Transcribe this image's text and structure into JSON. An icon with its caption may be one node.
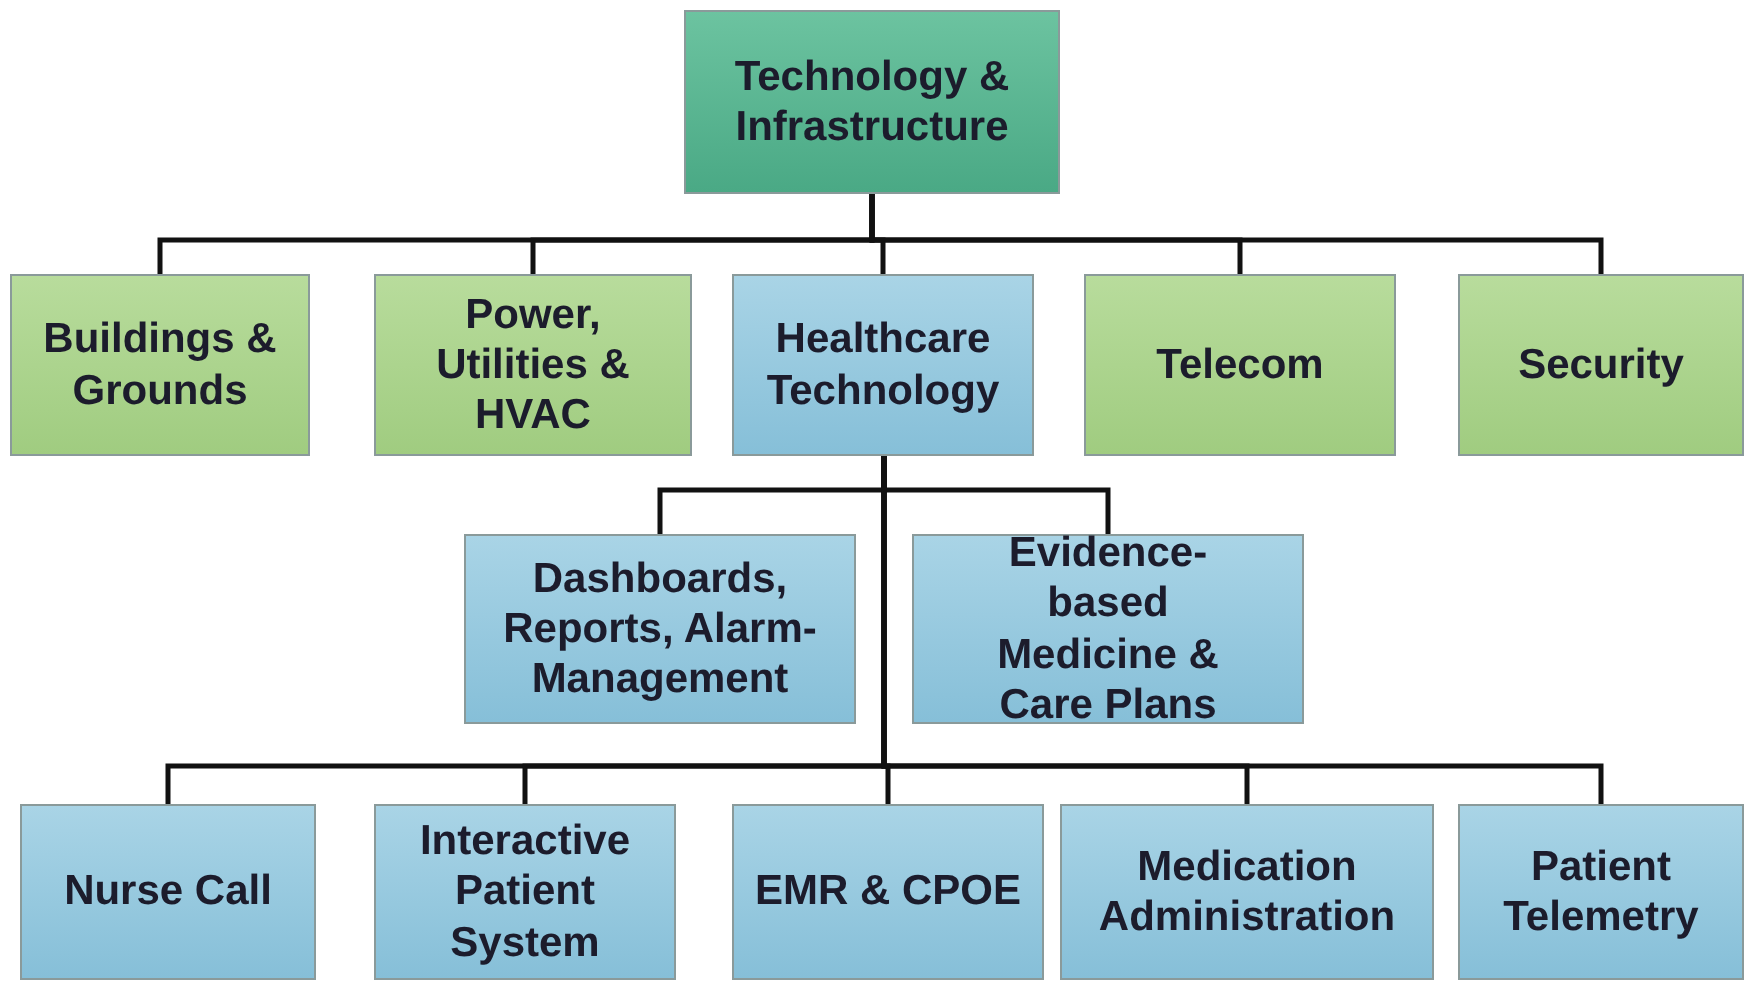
{
  "diagram": {
    "nodes": [
      {
        "text": [
          "Technology & Infrastructure"
        ]
      },
      {
        "text": [
          "Buildings & Grounds"
        ]
      },
      {
        "text": [
          "Power, Utilities & HVAC"
        ]
      },
      {
        "text": [
          "Healthcare Technology"
        ]
      },
      {
        "text": [
          "Telecom"
        ]
      },
      {
        "text": [
          "Security"
        ]
      },
      {
        "text": [
          "Dashboards, Reports, Alarm-Management"
        ]
      },
      {
        "text": [
          "Evidence-based Medicine & Care Plans"
        ]
      },
      {
        "text": [
          "Nurse Call"
        ]
      },
      {
        "text": [
          "Interactive Patient System"
        ]
      },
      {
        "text": [
          "EMR & CPOE"
        ]
      },
      {
        "text": [
          "Medication Administration"
        ]
      },
      {
        "text": [
          "Patient Telemetry"
        ]
      }
    ],
    "edges": [
      {
        "from": 0,
        "to": 1,
        "arrow": "none"
      },
      {
        "from": 0,
        "to": 2,
        "arrow": "none"
      },
      {
        "from": 0,
        "to": 3,
        "arrow": "none"
      },
      {
        "from": 0,
        "to": 4,
        "arrow": "none"
      },
      {
        "from": 0,
        "to": 5,
        "arrow": "none"
      },
      {
        "from": 3,
        "to": 6,
        "arrow": "none"
      },
      {
        "from": 3,
        "to": 7,
        "arrow": "none"
      },
      {
        "from": 3,
        "to": 8,
        "arrow": "none"
      },
      {
        "from": 3,
        "to": 9,
        "arrow": "none"
      },
      {
        "from": 3,
        "to": 10,
        "arrow": "none"
      },
      {
        "from": 3,
        "to": 11,
        "arrow": "none"
      },
      {
        "from": 3,
        "to": 12,
        "arrow": "none"
      }
    ]
  }
}
